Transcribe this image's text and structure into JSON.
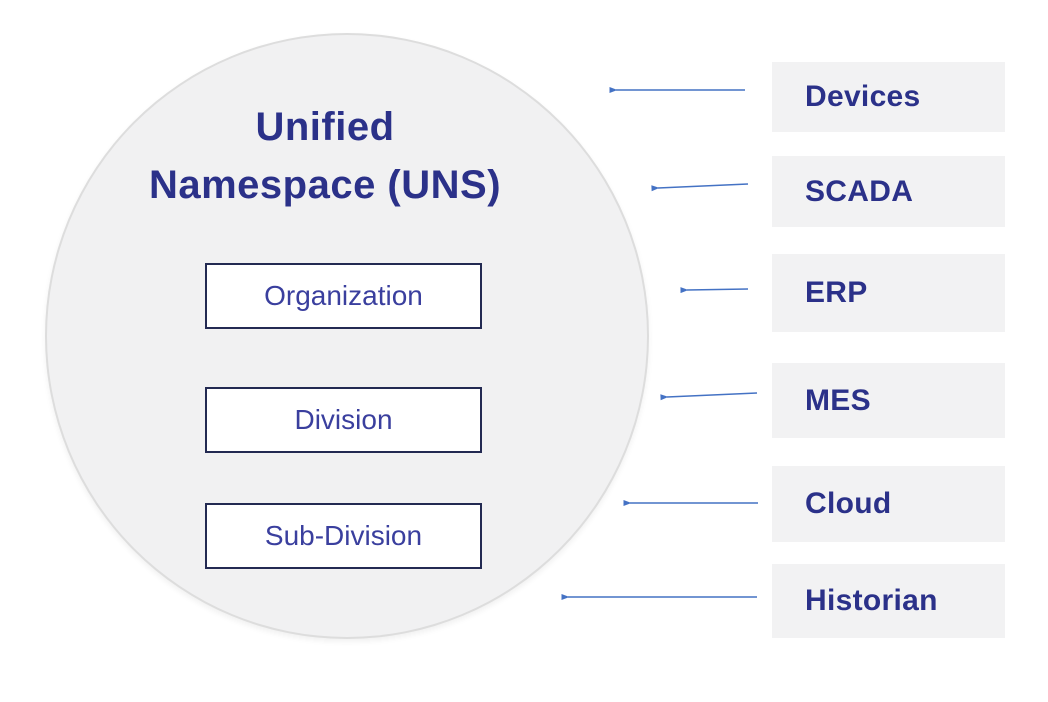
{
  "diagram": {
    "title_line1": "Unified",
    "title_line2": "Namespace (UNS)",
    "hierarchy": [
      {
        "label": "Organization"
      },
      {
        "label": "Division"
      },
      {
        "label": "Sub-Division"
      }
    ],
    "sources": [
      {
        "label": "Devices"
      },
      {
        "label": "SCADA"
      },
      {
        "label": "ERP"
      },
      {
        "label": "MES"
      },
      {
        "label": "Cloud"
      },
      {
        "label": "Historian"
      }
    ],
    "colors": {
      "title_text": "#2b3189",
      "hierarchy_box_border": "#232a52",
      "hierarchy_box_text": "#3a3f9e",
      "circle_fill": "#f1f1f2",
      "circle_border": "#dddddd",
      "source_box_fill": "#f2f2f3",
      "source_text": "#2b3189",
      "arrow": "#4472c4"
    }
  }
}
